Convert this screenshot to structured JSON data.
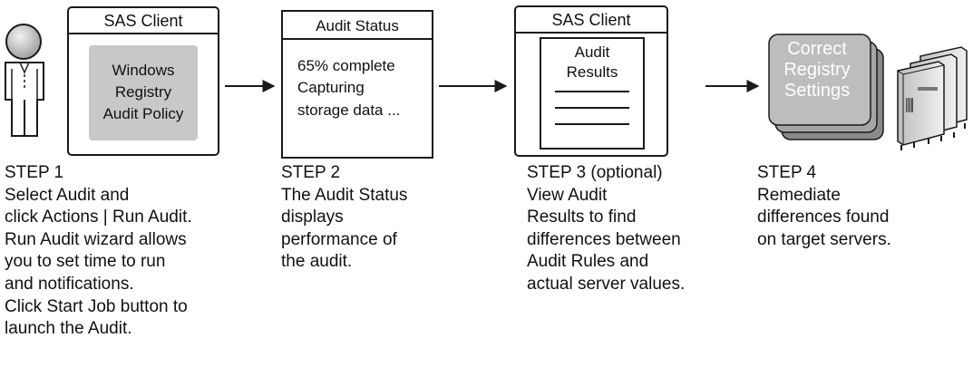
{
  "panels": {
    "client1": {
      "header": "SAS Client",
      "inner_lines": [
        "Windows",
        "Registry",
        "Audit Policy"
      ]
    },
    "status": {
      "header": "Audit Status",
      "lines": [
        "65% complete",
        "Capturing",
        "storage data ..."
      ]
    },
    "client2": {
      "header": "SAS Client",
      "results_lines": [
        "Audit",
        "Results"
      ]
    },
    "correct": {
      "lines": [
        "Correct",
        "Registry",
        "Settings"
      ]
    }
  },
  "steps": [
    {
      "title": "STEP 1",
      "lines": [
        "Select Audit and",
        "click Actions | Run Audit.",
        "Run Audit wizard allows",
        "you to set time to run",
        "and notifications.",
        "Click Start Job button to",
        "launch the Audit."
      ]
    },
    {
      "title": "STEP 2",
      "lines": [
        "The Audit Status",
        "displays",
        "performance of",
        "the audit."
      ]
    },
    {
      "title": "STEP 3 (optional)",
      "lines": [
        "View Audit",
        "Results to find",
        "differences between",
        "Audit Rules and",
        "actual server values."
      ]
    },
    {
      "title": "STEP 4",
      "lines": [
        "Remediate",
        "differences found",
        "on target servers."
      ]
    }
  ],
  "colors": {
    "stroke": "#1a1a1a",
    "panel_gray": "#c8c8c8",
    "card_dark": "#8a8a8a",
    "card_mid": "#a5a5a5",
    "card_front": "#bdbdbd"
  },
  "icons": {
    "user": "person-icon",
    "servers": "server-rack-icon"
  }
}
